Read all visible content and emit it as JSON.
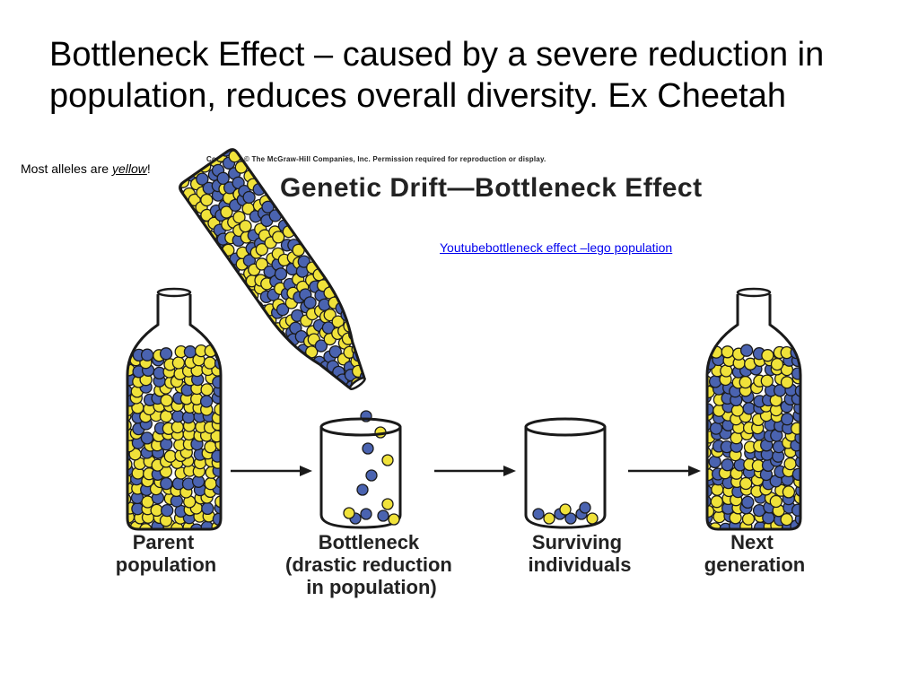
{
  "slide": {
    "title_line1": "Bottleneck Effect – caused by a severe reduction in",
    "title_line2": "population, reduces overall diversity. Ex Cheetah"
  },
  "note": {
    "prefix": "Most alleles are ",
    "emph": "yellow",
    "suffix": "!"
  },
  "link": {
    "text": "Youtubebottleneck effect –lego population"
  },
  "figure": {
    "copyright": "Copyright © The McGraw-Hill Companies, Inc. Permission required for reproduction or display.",
    "title": "Genetic Drift—Bottleneck Effect",
    "stages": [
      {
        "lines": [
          "Parent",
          "population"
        ]
      },
      {
        "lines": [
          "Bottleneck",
          "(drastic reduction",
          "in population)"
        ]
      },
      {
        "lines": [
          "Surviving",
          "individuals"
        ]
      },
      {
        "lines": [
          "Next",
          "generation"
        ]
      }
    ]
  },
  "colors": {
    "allele_yellow": "#f0e23a",
    "allele_blue": "#4a63b0",
    "outline": "#1a1a1a",
    "link": "#0000ee"
  }
}
